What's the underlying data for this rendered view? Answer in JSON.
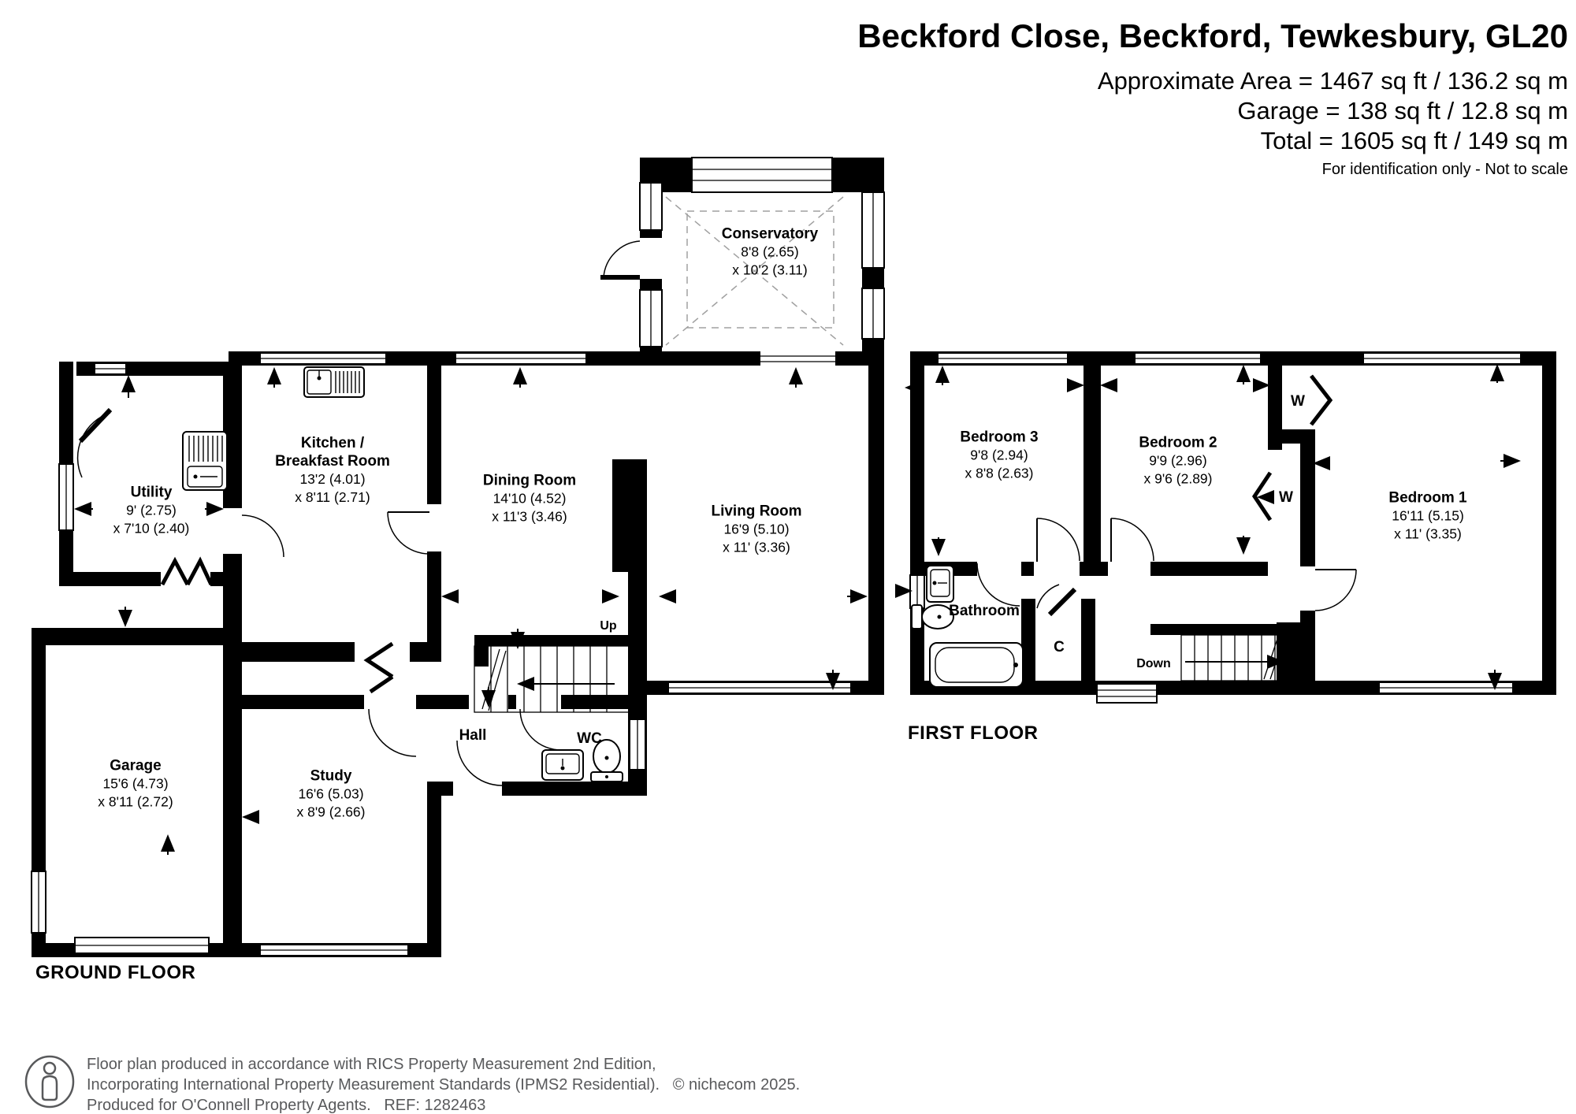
{
  "header": {
    "title": "Beckford Close, Beckford, Tewkesbury, GL20",
    "area_line": "Approximate Area = 1467 sq ft / 136.2 sq m",
    "garage_line": "Garage = 138 sq ft / 12.8 sq m",
    "total_line": "Total = 1605 sq ft / 149 sq m",
    "disclaimer": "For identification only - Not to scale"
  },
  "floor_labels": {
    "ground": "GROUND FLOOR",
    "first": "FIRST FLOOR"
  },
  "rooms": {
    "conservatory": {
      "name": "Conservatory",
      "dim1": "8'8 (2.65)",
      "dim2": "x 10'2 (3.11)"
    },
    "utility": {
      "name": "Utility",
      "dim1": "9' (2.75)",
      "dim2": "x 7'10 (2.40)"
    },
    "kitchen": {
      "name_line1": "Kitchen /",
      "name_line2": "Breakfast Room",
      "dim1": "13'2 (4.01)",
      "dim2": "x 8'11 (2.71)"
    },
    "dining": {
      "name": "Dining Room",
      "dim1": "14'10 (4.52)",
      "dim2": "x 11'3 (3.46)"
    },
    "living": {
      "name": "Living Room",
      "dim1": "16'9 (5.10)",
      "dim2": "x 11' (3.36)"
    },
    "garage": {
      "name": "Garage",
      "dim1": "15'6 (4.73)",
      "dim2": "x 8'11 (2.72)"
    },
    "study": {
      "name": "Study",
      "dim1": "16'6 (5.03)",
      "dim2": "x 8'9 (2.66)"
    },
    "hall": {
      "name": "Hall"
    },
    "wc": {
      "name": "WC"
    },
    "stairs_up": {
      "label": "Up"
    },
    "bedroom1": {
      "name": "Bedroom 1",
      "dim1": "16'11 (5.15)",
      "dim2": "x 11' (3.35)"
    },
    "bedroom2": {
      "name": "Bedroom 2",
      "dim1": "9'9 (2.96)",
      "dim2": "x 9'6 (2.89)"
    },
    "bedroom3": {
      "name": "Bedroom 3",
      "dim1": "9'8 (2.94)",
      "dim2": "x 8'8 (2.63)"
    },
    "bathroom": {
      "name": "Bathroom"
    },
    "cupboard": {
      "label": "C"
    },
    "wardrobe": {
      "label": "W"
    },
    "stairs_down": {
      "label": "Down"
    }
  },
  "footer": {
    "line1": "Floor plan produced in accordance with RICS Property Measurement 2nd Edition,",
    "line2": "Incorporating International Property Measurement Standards (IPMS2 Residential).   © nichecom 2025.",
    "line3": "Produced for O'Connell Property Agents.   REF: 1282463"
  },
  "colors": {
    "walls": "#000000",
    "footer_text": "#58595b",
    "dashed_lines": "#a0a0a0"
  }
}
